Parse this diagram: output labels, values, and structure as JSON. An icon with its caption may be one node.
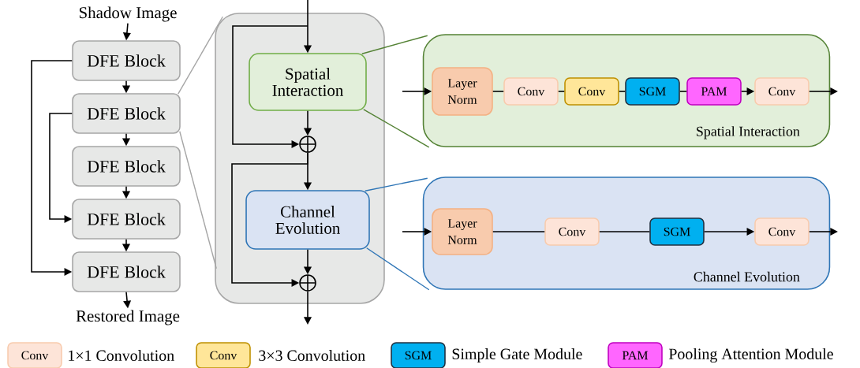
{
  "diagram": {
    "nodes": [
      {
        "text": [
          "Shadow Image"
        ]
      },
      {
        "text": [
          "DFE Block"
        ]
      },
      {
        "text": [
          "DFE Block"
        ]
      },
      {
        "text": [
          "DFE Block"
        ]
      },
      {
        "text": [
          "DFE Block"
        ]
      },
      {
        "text": [
          "DFE Block"
        ]
      },
      {
        "text": [
          "Restored Image"
        ]
      },
      {
        "text": [],
        "shape": "box"
      },
      {
        "text": [
          "Spatial Interaction"
        ],
        "in": 7
      },
      {
        "text": [
          "Channel Evolution"
        ],
        "in": 7
      },
      {
        "text": [],
        "shape": "circle",
        "in": 7
      },
      {
        "text": [],
        "shape": "circle",
        "in": 7
      },
      {
        "text": [
          "Spatial Interaction"
        ]
      },
      {
        "text": [
          "Layer Norm"
        ],
        "in": 12
      },
      {
        "text": [
          "Conv"
        ],
        "in": 12
      },
      {
        "text": [
          "Conv"
        ],
        "in": 12
      },
      {
        "text": [
          "SGM"
        ],
        "in": 12
      },
      {
        "text": [
          "PAM"
        ],
        "in": 12
      },
      {
        "text": [
          "Conv"
        ],
        "in": 12
      },
      {
        "text": [
          "Channel Evolution"
        ]
      },
      {
        "text": [
          "Layer Norm"
        ],
        "in": 19
      },
      {
        "text": [
          "Conv"
        ],
        "in": 19
      },
      {
        "text": [
          "SGM"
        ],
        "in": 19
      },
      {
        "text": [
          "Conv"
        ],
        "in": 19
      }
    ],
    "edges": [
      {
        "from": 0,
        "to": 1,
        "arrow": "to"
      },
      {
        "from": 1,
        "to": 2,
        "arrow": "to"
      },
      {
        "from": 2,
        "to": 3,
        "arrow": "to"
      },
      {
        "from": 3,
        "to": 4,
        "arrow": "to"
      },
      {
        "from": 4,
        "to": 5,
        "arrow": "to"
      },
      {
        "from": 5,
        "to": 6,
        "arrow": "to"
      },
      {
        "from": 1,
        "to": 5,
        "arrow": "to"
      },
      {
        "from": 2,
        "to": 4,
        "arrow": "to"
      },
      {
        "from": 2,
        "to": 7,
        "arrow": "none",
        "color": "#a6a6a6"
      },
      {
        "from": 2,
        "to": 7,
        "arrow": "none",
        "color": "#a6a6a6"
      },
      {
        "from": null,
        "to": 8,
        "arrow": "to"
      },
      {
        "from": null,
        "to": 10,
        "arrow": "to"
      },
      {
        "from": 8,
        "to": 10,
        "arrow": "to"
      },
      {
        "from": 10,
        "to": 9,
        "arrow": "to"
      },
      {
        "from": 10,
        "to": 11,
        "arrow": "to"
      },
      {
        "from": 9,
        "to": 11,
        "arrow": "to"
      },
      {
        "from": 11,
        "to": null,
        "arrow": "to"
      },
      {
        "from": 8,
        "to": 12,
        "arrow": "none",
        "color": "#548235"
      },
      {
        "from": 8,
        "to": 12,
        "arrow": "none",
        "color": "#548235"
      },
      {
        "from": 9,
        "to": 19,
        "arrow": "none",
        "color": "#2e75b6"
      },
      {
        "from": 9,
        "to": 19,
        "arrow": "none",
        "color": "#2e75b6"
      },
      {
        "from": null,
        "to": 13,
        "arrow": "to"
      },
      {
        "from": 13,
        "to": 14,
        "arrow": "none"
      },
      {
        "from": 14,
        "to": 15,
        "arrow": "none"
      },
      {
        "from": 15,
        "to": 16,
        "arrow": "none"
      },
      {
        "from": 16,
        "to": 17,
        "arrow": "none"
      },
      {
        "from": 17,
        "to": 18,
        "arrow": "to"
      },
      {
        "from": 18,
        "to": null,
        "arrow": "to"
      },
      {
        "from": null,
        "to": 20,
        "arrow": "to"
      },
      {
        "from": 20,
        "to": 21,
        "arrow": "none"
      },
      {
        "from": 21,
        "to": 22,
        "arrow": "none"
      },
      {
        "from": 22,
        "to": 23,
        "arrow": "to"
      },
      {
        "from": 23,
        "to": null,
        "arrow": "to"
      }
    ],
    "labels": [
      "Conv",
      "Conv",
      "SGM",
      "PAM"
    ],
    "legend": [
      {
        "text": "1×1 Convolution",
        "color": "#fde4d8"
      },
      {
        "text": "3×3 Convolution",
        "color": "#ffe699"
      },
      {
        "text": "Simple Gate Module",
        "color": "#00b0f0"
      },
      {
        "text": "Pooling Attention Module",
        "color": "#ff66ff"
      }
    ]
  }
}
